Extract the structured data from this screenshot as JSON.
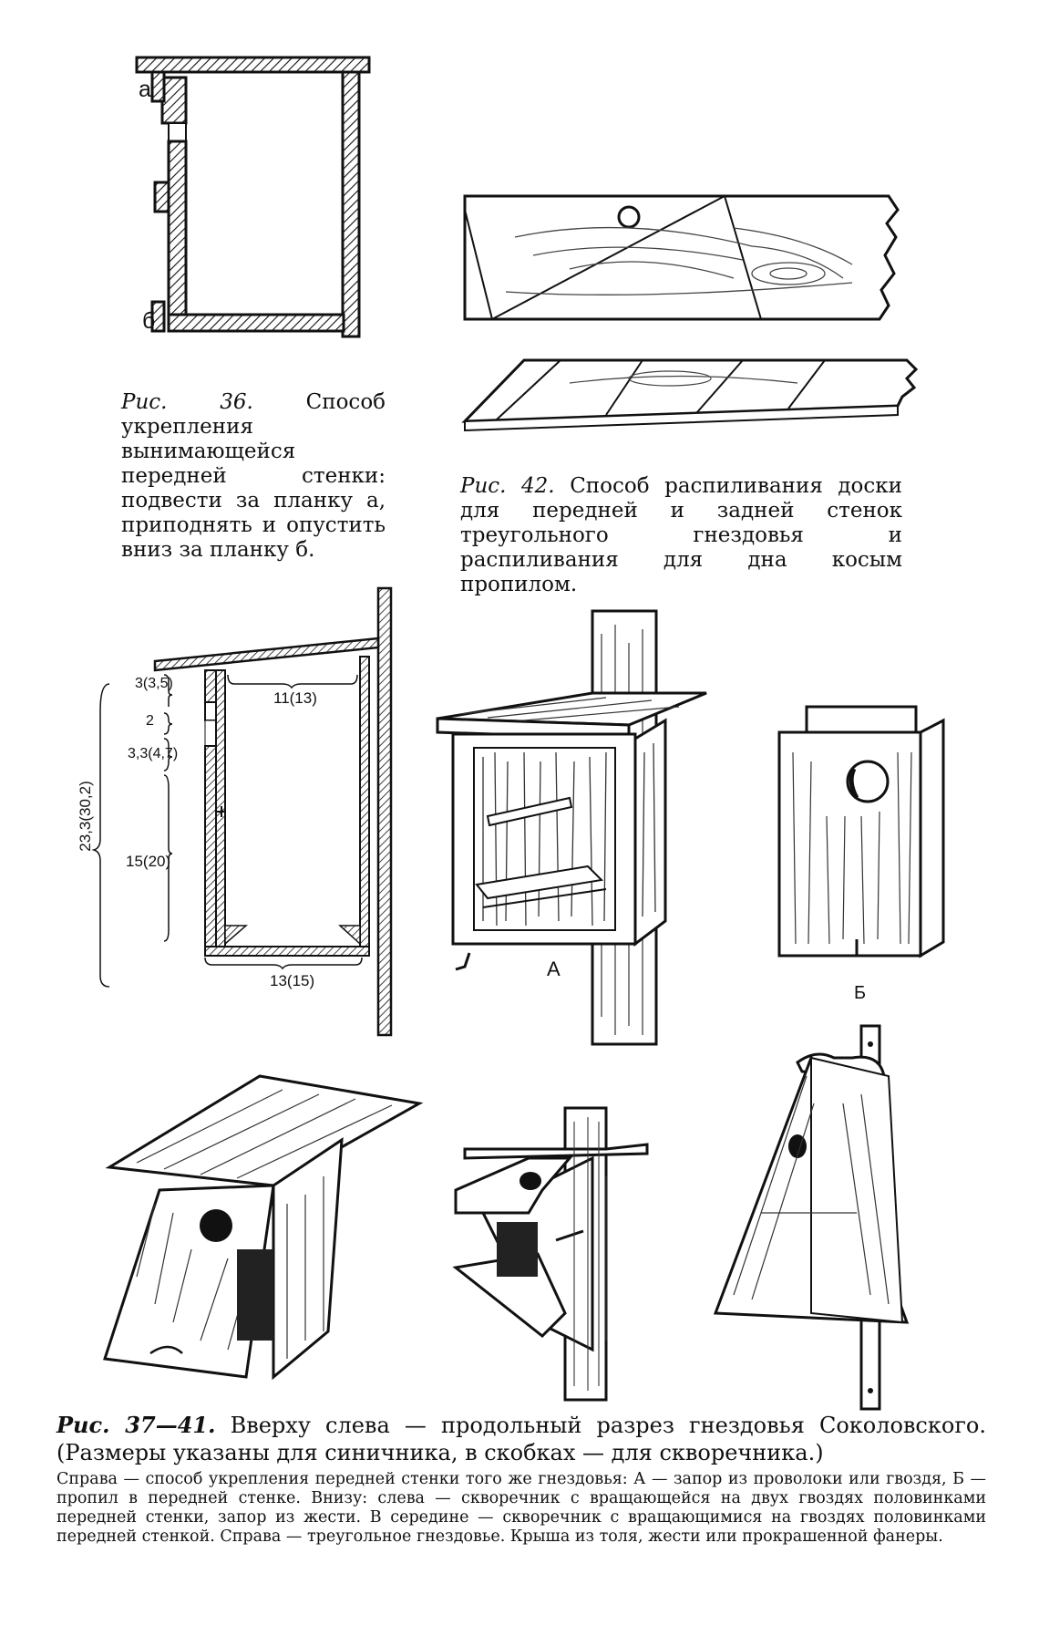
{
  "fig36": {
    "label_a": "а",
    "label_b": "б",
    "caption_num": "Рис. 36.",
    "caption_text": "Способ укрепления вынимающейся передней стенки: подвести за планку а, приподнять и опустить вниз за планку б."
  },
  "fig42": {
    "caption_num": "Рис. 42.",
    "caption_text": "Способ распиливания доски для передней и задней стенок треугольного гнездовья и распиливания для дна косым пропилом."
  },
  "section": {
    "dims": {
      "d1": "3(3,5)",
      "d2": "2",
      "d3": "3,3(4,7)",
      "d4": "15(20)",
      "total": "23,3(30,2)",
      "top": "11(13)",
      "bottom": "13(15)"
    }
  },
  "house_labels": {
    "A": "А",
    "B": "Б"
  },
  "fig37": {
    "caption_num": "Рис. 37—41.",
    "caption_main": "Вверху слева — продольный разрез гнездовья Соколовского. (Размеры указаны для синичника, в скобках — для скворечника.)",
    "caption_detail": "Справа — способ укрепления передней стенки того же гнездовья: А — запор из проволоки или гвоздя, Б — пропил в передней стенке. Внизу: слева — скворечник с вращающейся на двух гвоздях половинками передней стенки, запор из жести. В середине — скворечник с вращающимися на гвоздях половинками передней стенкой. Справа — треугольное гнездовье. Крыша из толя, жести или прокрашенной фанеры."
  }
}
